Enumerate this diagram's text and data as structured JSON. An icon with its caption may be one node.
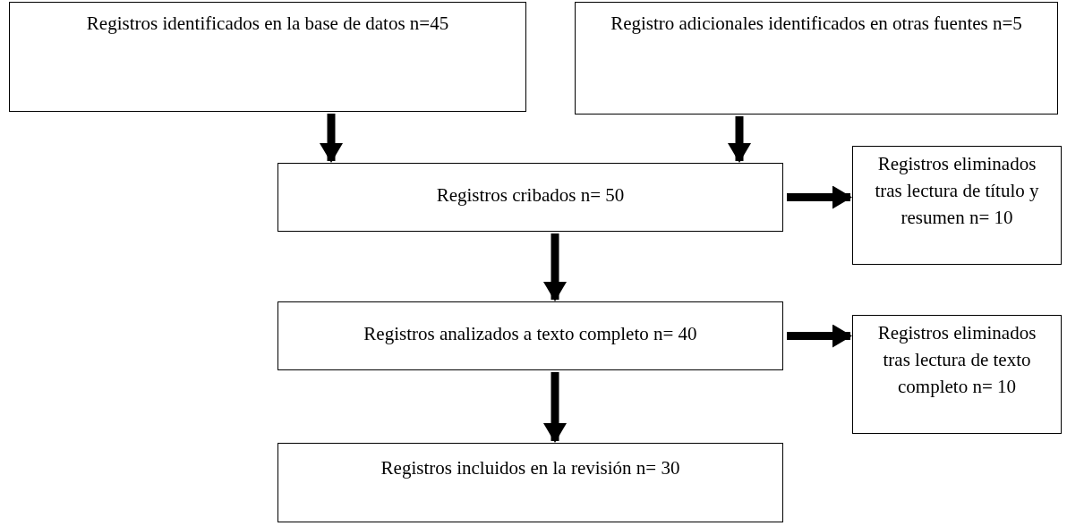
{
  "diagram": {
    "nodes": [
      {
        "text": [
          "Registros identificados en la base de datos n=45"
        ]
      },
      {
        "text": [
          "Registro adicionales identificados en otras fuentes n=5"
        ]
      },
      {
        "text": [
          "Registros cribados n= 50"
        ]
      },
      {
        "text": [
          "Registros eliminados tras lectura de título y resumen n= 10"
        ]
      },
      {
        "text": [
          "Registros analizados a texto completo n= 40"
        ]
      },
      {
        "text": [
          "Registros eliminados tras lectura de texto completo n= 10"
        ]
      },
      {
        "text": [
          "Registros incluidos en la revisión n= 30"
        ]
      }
    ],
    "edges": [
      {
        "from": 0,
        "to": 2,
        "arrow": "to"
      },
      {
        "from": 1,
        "to": 2,
        "arrow": "to"
      },
      {
        "from": 2,
        "to": 3,
        "arrow": "to"
      },
      {
        "from": 2,
        "to": 4,
        "arrow": "to"
      },
      {
        "from": 4,
        "to": 5,
        "arrow": "to"
      },
      {
        "from": 4,
        "to": 6,
        "arrow": "to"
      }
    ]
  }
}
